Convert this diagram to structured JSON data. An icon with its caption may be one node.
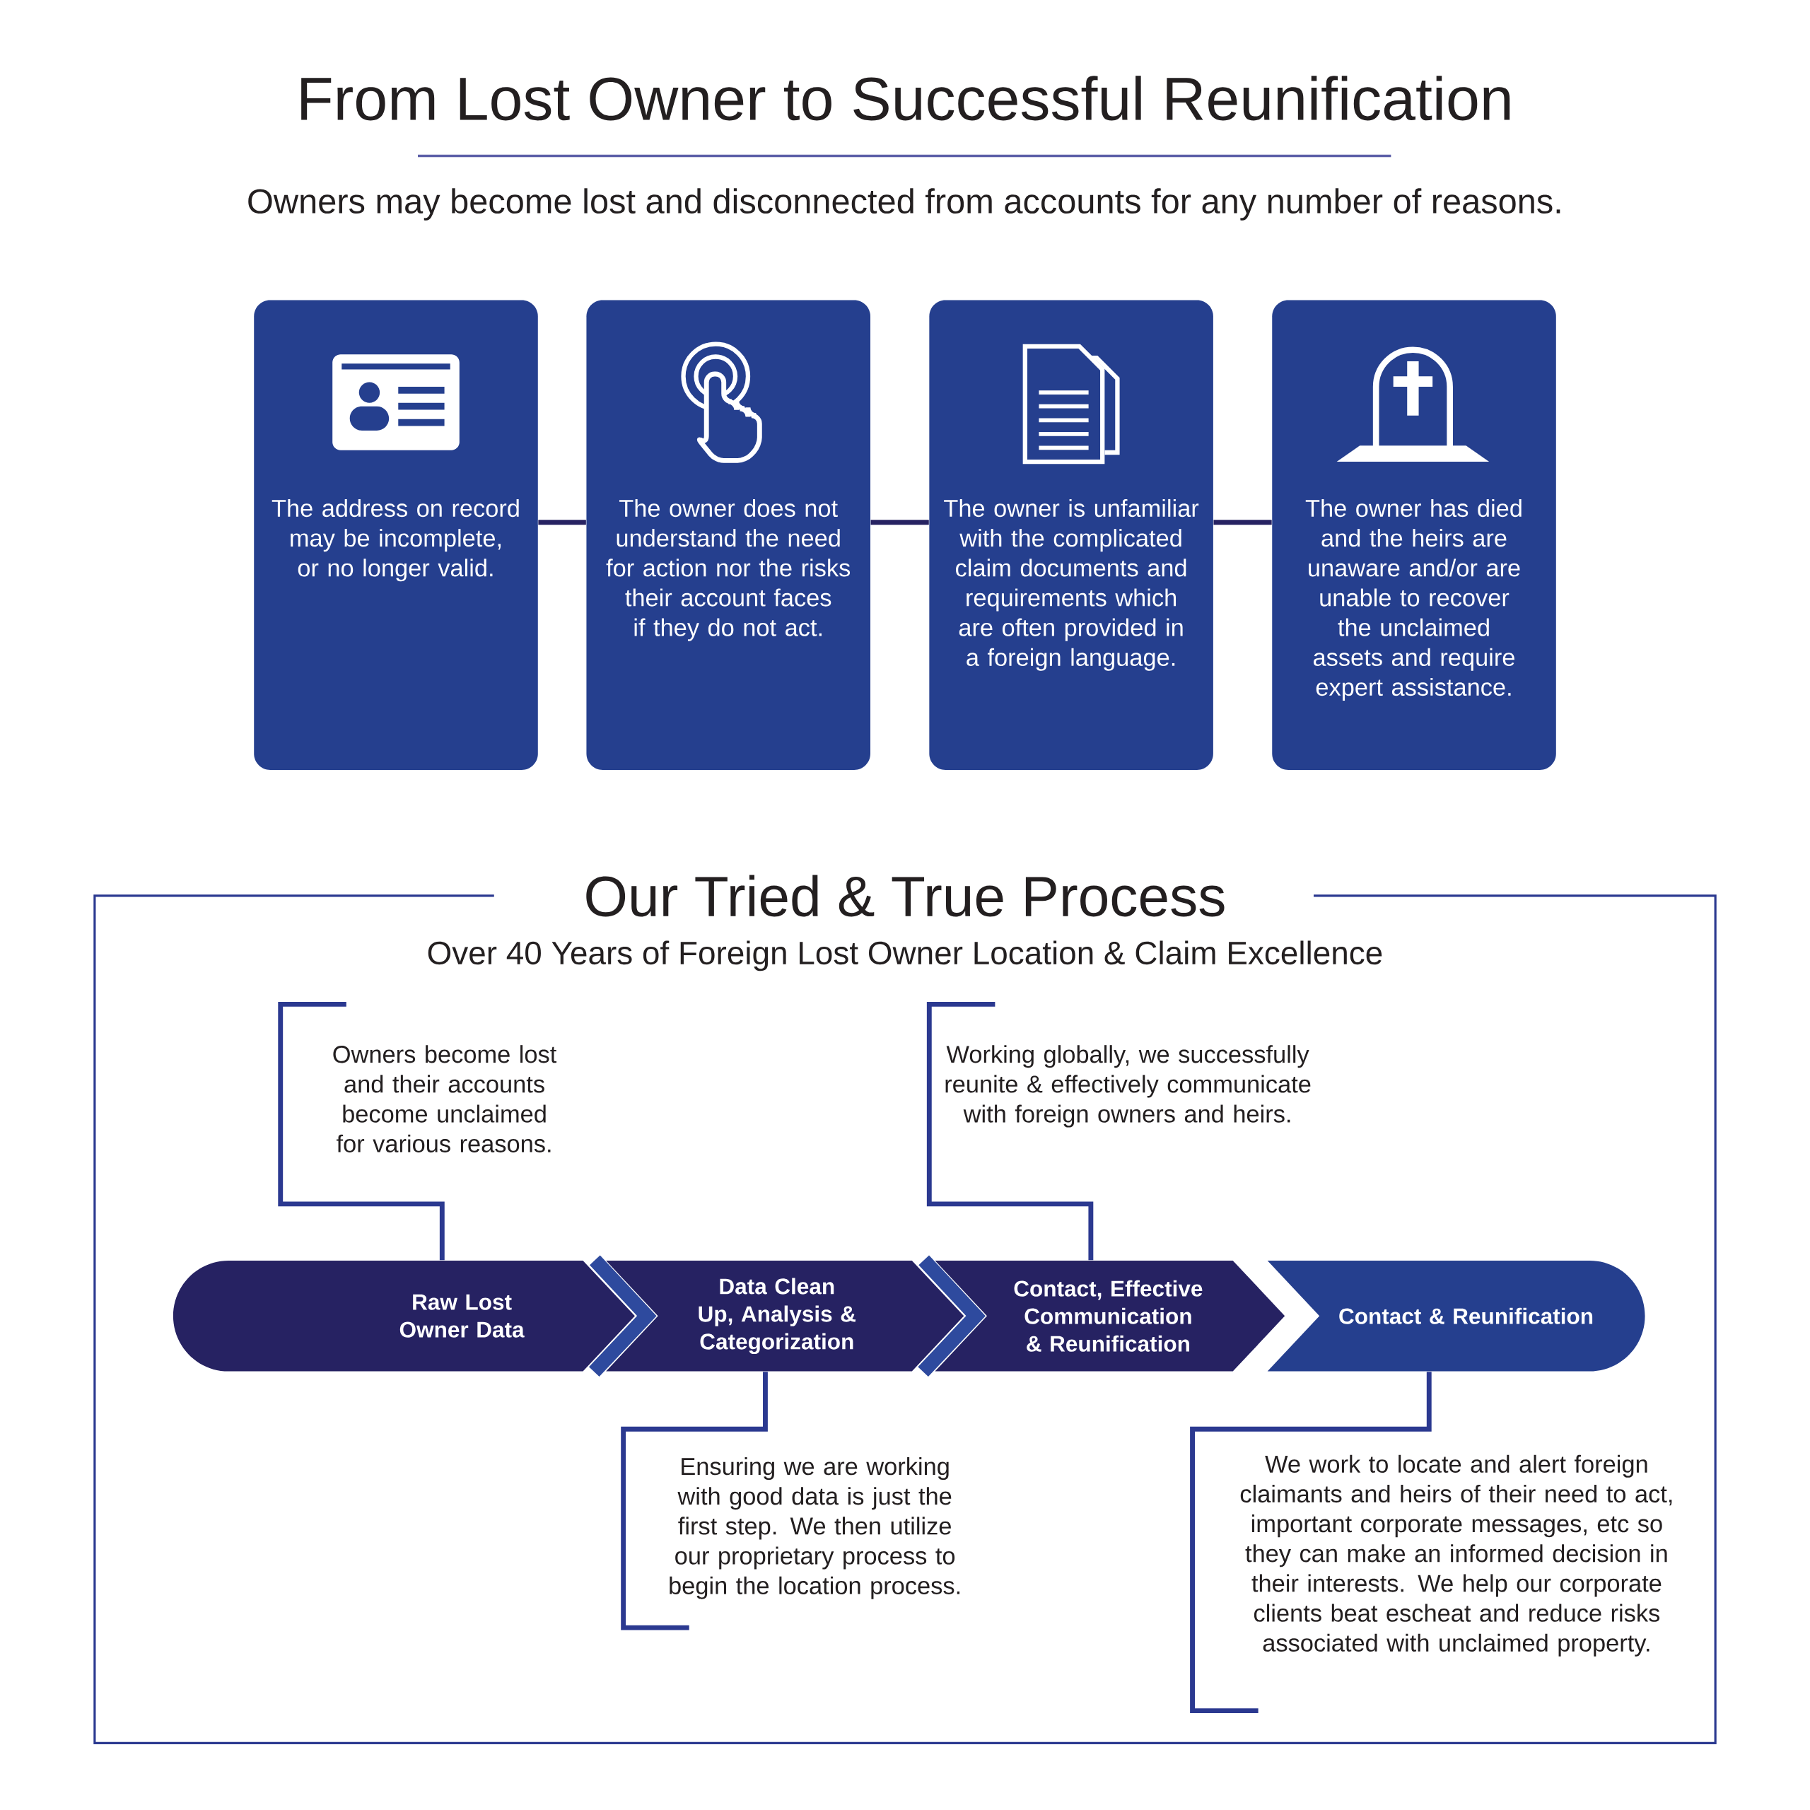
{
  "diagram": {
    "title": "From Lost Owner to Successful Reunification",
    "nodes": [
      {
        "text": [
          "The address on record may be incomplete, or no longer valid."
        ]
      },
      {
        "text": [
          "The owner does not understand the need for action nor the risks their account faces if they do not act."
        ]
      },
      {
        "text": [
          "The owner is unfamiliar with the complicated claim documents and requirements which are often provided in a foreign language."
        ]
      },
      {
        "text": [
          "The owner has died and the heirs are unaware and/or are unable to recover the unclaimed assets and require expert assistance."
        ]
      },
      {
        "text": [
          "Our Tried & True Process",
          "Over 40 Years of Foreign Lost Owner Location & Claim Excellence"
        ]
      },
      {
        "text": [
          "Raw Lost Owner Data"
        ],
        "in": 4
      },
      {
        "text": [
          "Data Clean Up, Analysis & Categorization"
        ],
        "in": 4
      },
      {
        "text": [
          "Contact, Effective Communication & Reunification"
        ],
        "in": 4
      },
      {
        "text": [
          "Contact & Reunification"
        ],
        "in": 4
      },
      {
        "text": [
          "Owners become lost and their accounts become unclaimed for various reasons."
        ],
        "in": 4
      },
      {
        "text": [
          "Working globally, we successfully reunite & effectively communicate with foreign owners and heirs."
        ],
        "in": 4
      },
      {
        "text": [
          "Ensuring we are working with good data is just the first step.  We then utilize our proprietary process to begin the location process."
        ],
        "in": 4
      },
      {
        "text": [
          "We work to locate and alert foreign claimants and heirs of their need to act, important corporate messages, etc so they can make an informed decision in their interests. We help our corporate clients beat escheat and reduce risks associated with unclaimed property."
        ],
        "in": 4
      }
    ],
    "edges": [
      {
        "from": 0,
        "to": 1,
        "arrow": "none",
        "color": "#262262"
      },
      {
        "from": 1,
        "to": 2,
        "arrow": "none",
        "color": "#262262"
      },
      {
        "from": 2,
        "to": 3,
        "arrow": "none",
        "color": "#262262"
      },
      {
        "from": 5,
        "to": 6,
        "arrow": "to",
        "style": "thick",
        "color": "#2e4a9e"
      },
      {
        "from": 6,
        "to": 7,
        "arrow": "to",
        "style": "thick",
        "color": "#2e4a9e"
      },
      {
        "from": 5,
        "to": 9,
        "arrow": "none"
      },
      {
        "from": 7,
        "to": 10,
        "arrow": "none"
      },
      {
        "from": 6,
        "to": 11,
        "arrow": "none"
      },
      {
        "from": 8,
        "to": 12,
        "arrow": "none"
      }
    ],
    "labels": [
      "Owners may become lost and disconnected from accounts for any number of reasons."
    ]
  }
}
